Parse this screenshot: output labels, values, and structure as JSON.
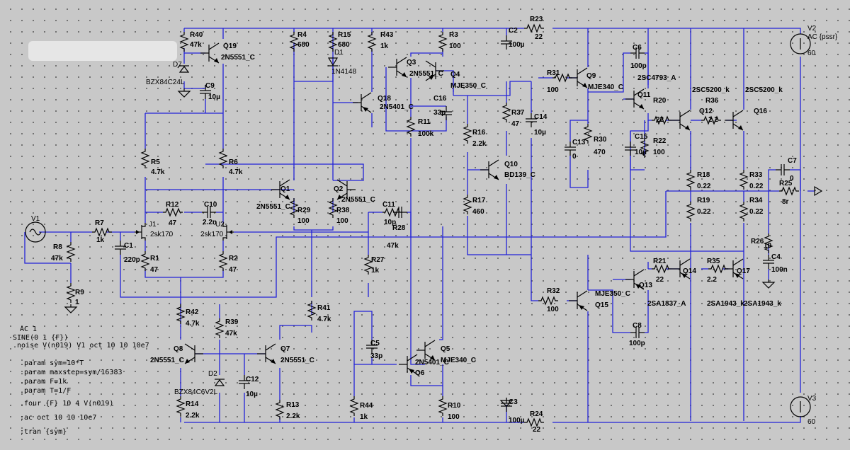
{
  "schematic": {
    "resistors": [
      {
        "ref": "R40",
        "value": "47k"
      },
      {
        "ref": "R4",
        "value": "680"
      },
      {
        "ref": "R15",
        "value": "680"
      },
      {
        "ref": "R43",
        "value": "1k"
      },
      {
        "ref": "R3",
        "value": "100"
      },
      {
        "ref": "R23",
        "value": "22"
      },
      {
        "ref": "R31",
        "value": "100"
      },
      {
        "ref": "R5",
        "value": "4.7k"
      },
      {
        "ref": "R6",
        "value": "4.7k"
      },
      {
        "ref": "R12",
        "value": "47"
      },
      {
        "ref": "R29",
        "value": "100"
      },
      {
        "ref": "R38",
        "value": "100"
      },
      {
        "ref": "R7",
        "value": "1k"
      },
      {
        "ref": "R8",
        "value": "47k"
      },
      {
        "ref": "R9",
        "value": "1"
      },
      {
        "ref": "R1",
        "value": "47"
      },
      {
        "ref": "R2",
        "value": "47"
      },
      {
        "ref": "R27",
        "value": "1k"
      },
      {
        "ref": "R28",
        "value": "47k"
      },
      {
        "ref": "R11",
        "value": "100k"
      },
      {
        "ref": "R16",
        "value": "2.2k"
      },
      {
        "ref": "R17",
        "value": "460"
      },
      {
        "ref": "R37",
        "value": "47"
      },
      {
        "ref": "R30",
        "value": "470"
      },
      {
        "ref": "R20",
        "value": "22"
      },
      {
        "ref": "R22",
        "value": "100"
      },
      {
        "ref": "R36",
        "value": "2.2"
      },
      {
        "ref": "R18",
        "value": "0.22"
      },
      {
        "ref": "R19",
        "value": "0.22"
      },
      {
        "ref": "R33",
        "value": "0.22"
      },
      {
        "ref": "R34",
        "value": "0.22"
      },
      {
        "ref": "R25",
        "value": "8r"
      },
      {
        "ref": "R26",
        "value": "10"
      },
      {
        "ref": "R21",
        "value": "22"
      },
      {
        "ref": "R35",
        "value": "2.2"
      },
      {
        "ref": "R32",
        "value": "100"
      },
      {
        "ref": "R42",
        "value": "4.7k"
      },
      {
        "ref": "R39",
        "value": "47k"
      },
      {
        "ref": "R41",
        "value": "4.7k"
      },
      {
        "ref": "R14",
        "value": "2.2k"
      },
      {
        "ref": "R13",
        "value": "2.2k"
      },
      {
        "ref": "R44",
        "value": "1k"
      },
      {
        "ref": "R10",
        "value": "100"
      },
      {
        "ref": "R24",
        "value": "22"
      }
    ],
    "capacitors": [
      {
        "ref": "C2",
        "value": "100µ"
      },
      {
        "ref": "C9",
        "value": "10µ"
      },
      {
        "ref": "C6",
        "value": "100p"
      },
      {
        "ref": "C16",
        "value": "33p"
      },
      {
        "ref": "C14",
        "value": "10µ"
      },
      {
        "ref": "C13",
        "value": "0"
      },
      {
        "ref": "C15",
        "value": "10µ"
      },
      {
        "ref": "C10",
        "value": "2.2n"
      },
      {
        "ref": "C11",
        "value": "10p"
      },
      {
        "ref": "C1",
        "value": "220p"
      },
      {
        "ref": "C7",
        "value": "0"
      },
      {
        "ref": "C4",
        "value": "100n"
      },
      {
        "ref": "C8",
        "value": "100p"
      },
      {
        "ref": "C5",
        "value": "33p"
      },
      {
        "ref": "C12",
        "value": "10µ"
      },
      {
        "ref": "C3",
        "value": "100µ"
      }
    ],
    "transistors": [
      {
        "ref": "Q19",
        "model": "2N5551_C"
      },
      {
        "ref": "Q3",
        "model": "2N5551_C"
      },
      {
        "ref": "Q4",
        "model": "MJE350_C"
      },
      {
        "ref": "Q18",
        "model": "2N5401_C"
      },
      {
        "ref": "Q9",
        "model": "MJE340_C"
      },
      {
        "ref": "Q11",
        "model": "2SC4793_A"
      },
      {
        "ref": "Q12",
        "model": "2SC5200_k"
      },
      {
        "ref": "Q16",
        "model": "2SC5200_k"
      },
      {
        "ref": "Q1",
        "model": "2N5551_C"
      },
      {
        "ref": "Q2",
        "model": "2N5551_C"
      },
      {
        "ref": "Q10",
        "model": "BD139_C"
      },
      {
        "ref": "Q13",
        "model": "2SA1837_A"
      },
      {
        "ref": "Q14",
        "model": "2SA1943_k"
      },
      {
        "ref": "Q17",
        "model": "2SA1943_k"
      },
      {
        "ref": "Q15",
        "model": "MJE350_C"
      },
      {
        "ref": "Q8",
        "model": "2N5551_C"
      },
      {
        "ref": "Q7",
        "model": "2N5551_C"
      },
      {
        "ref": "Q5",
        "model": "MJE340_C"
      },
      {
        "ref": "Q6",
        "model": "2N5401_C"
      }
    ],
    "jfets": [
      {
        "ref": "J1",
        "model": "2sk170"
      },
      {
        "ref": "U2",
        "model": "2sk170"
      }
    ],
    "diodes": [
      {
        "ref": "D7",
        "model": "BZX84C24L"
      },
      {
        "ref": "D1",
        "model": "1N4148"
      },
      {
        "ref": "D2",
        "model": "BZX84C6V2L"
      }
    ],
    "sources": [
      {
        "ref": "V1",
        "value_line1": "AC 1",
        "value_line2": "SINE(0 1 {F})"
      },
      {
        "ref": "V2",
        "value_line1": "AC {pssr}",
        "value_line2": "60"
      },
      {
        "ref": "V3",
        "value_line1": "",
        "value_line2": "60"
      }
    ],
    "directives": [
      ".noise V(n019) V1 oct 10 10 10e7",
      ".param sym=10*T",
      ".param maxstep=sym/16383",
      ".param F=1k",
      ".param T=1/F",
      ".four {F} 10 4 V(n019)",
      ";ac oct 10 10 10e7",
      ";tran {sym}"
    ]
  }
}
